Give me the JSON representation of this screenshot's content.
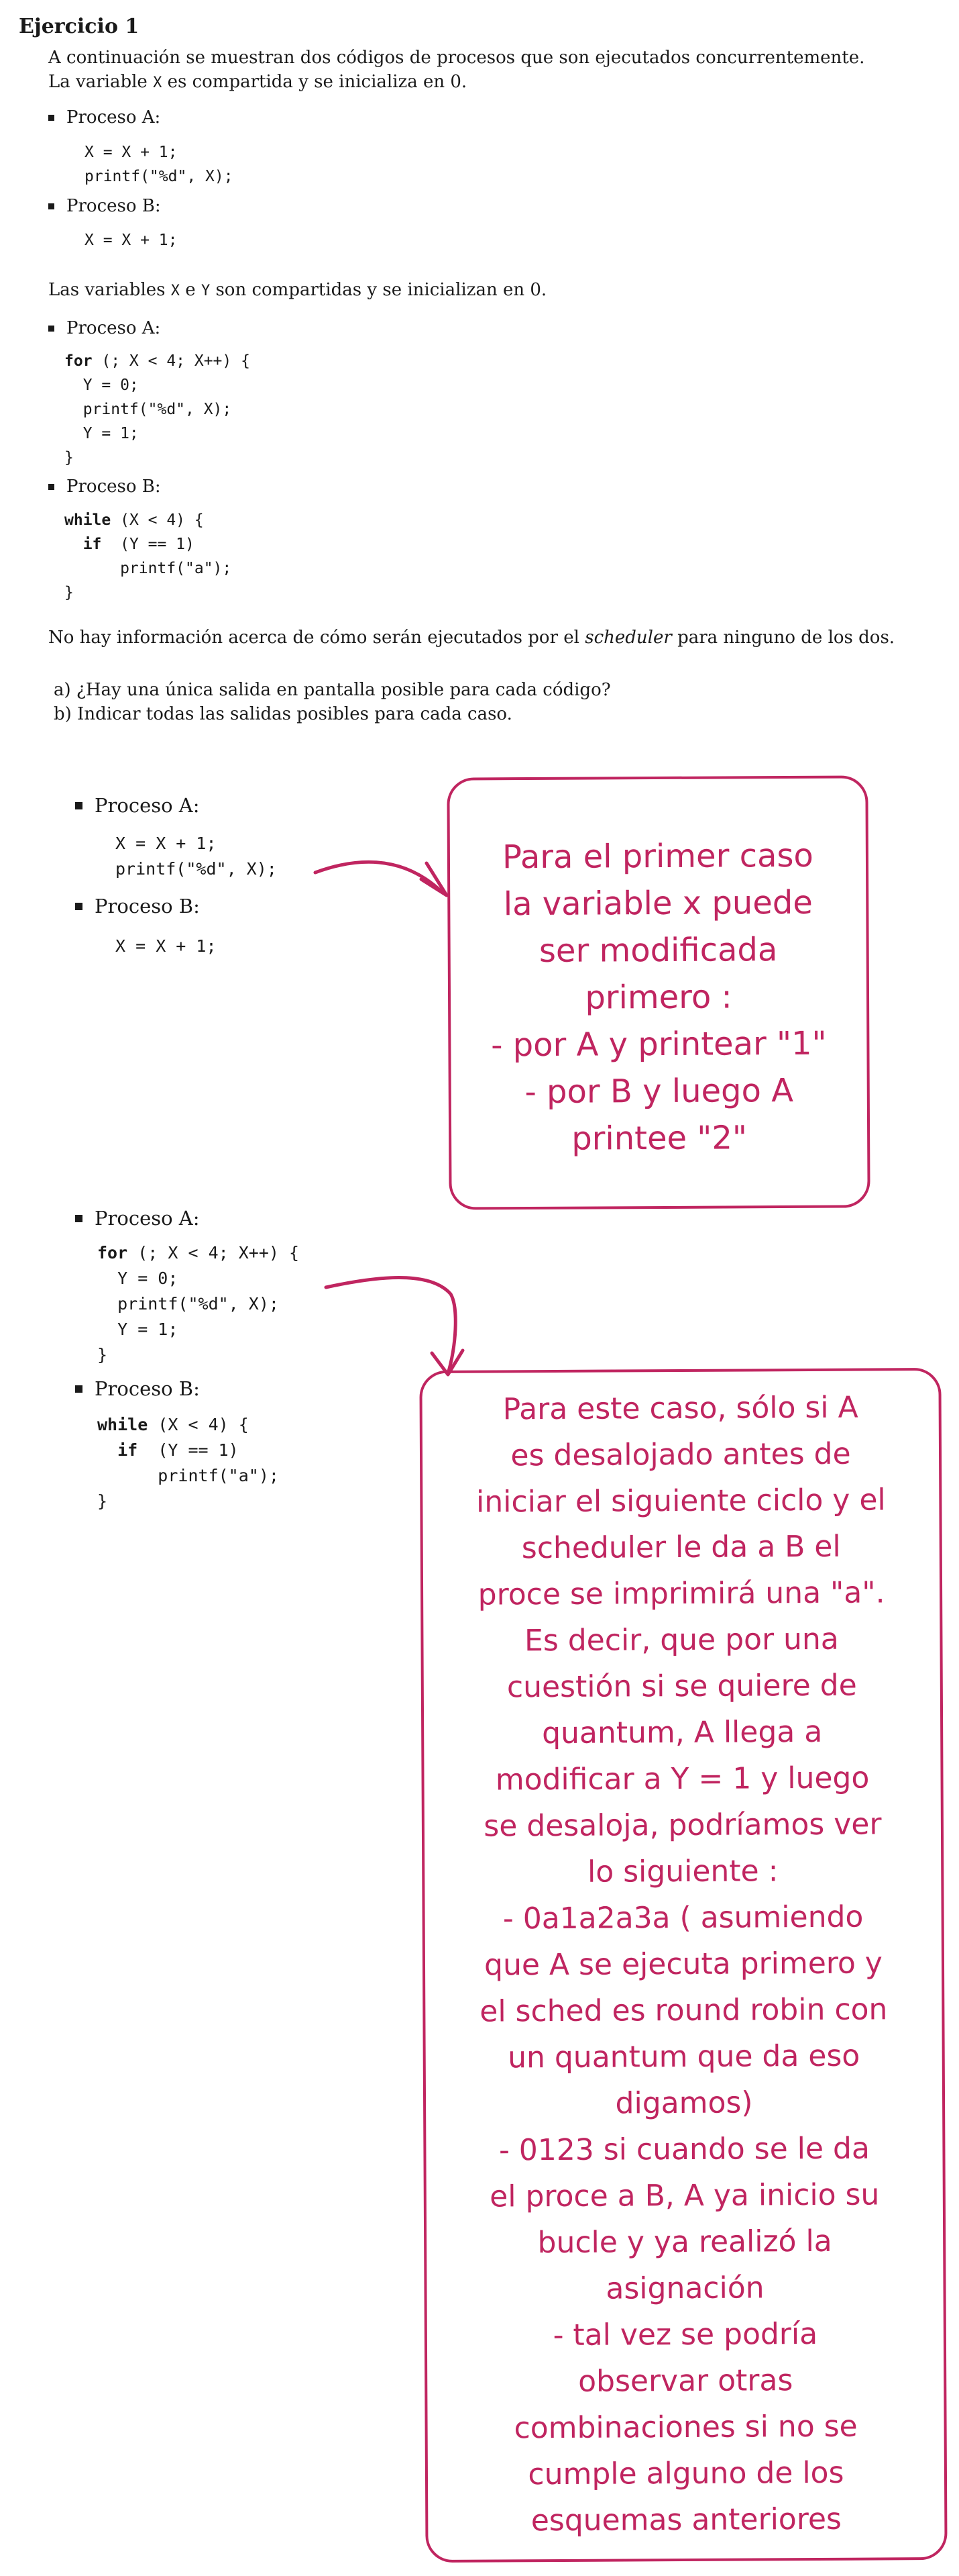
{
  "exercise": {
    "title": "Ejercicio 1",
    "intro1": "A continuación se muestran dos códigos de procesos que son ejecutados concurrentemente.",
    "intro2_a": "La variable ",
    "intro2_var": "X",
    "intro2_b": " es compartida y se inicializa en 0.",
    "case1": {
      "procA_label": "Proceso A:",
      "procA_code": "X = X + 1;\nprintf(\"%d\", X);",
      "procB_label": "Proceso B:",
      "procB_code": "X = X + 1;"
    },
    "vars2_a": "Las variables ",
    "vars2_x": "X",
    "vars2_e": " e ",
    "vars2_y": "Y",
    "vars2_b": " son compartidas y se inicializan en 0.",
    "case2": {
      "procA_label": "Proceso A:",
      "procA_kw": "for",
      "procA_code_rest": " (; X < 4; X++) {\n  Y = 0;\n  printf(\"%d\", X);\n  Y = 1;\n}",
      "procB_label": "Proceso B:",
      "procB_kw1": "while",
      "procB_line1_rest": " (X < 4) {",
      "procB_kw2": "if",
      "procB_line2_rest": "  (Y == 1)",
      "procB_line3": "      printf(\"a\");",
      "procB_line4": "}"
    },
    "scheduler_a": "No hay información acerca de cómo serán ejecutados por el ",
    "scheduler_em": "scheduler",
    "scheduler_b": " para ninguno de los dos.",
    "questions": [
      "a)  ¿Hay una única salida en pantalla posible para cada código?",
      "b)  Indicar todas las salidas posibles para cada caso."
    ]
  },
  "answer1": {
    "procA_label": "Proceso A:",
    "procA_code": "X = X + 1;\nprintf(\"%d\", X);",
    "procB_label": "Proceso B:",
    "procB_code": "X = X + 1;",
    "note_lines": [
      "Para el primer caso",
      "la variable x puede",
      "ser modificada",
      "primero :",
      "- por A y printear \"1\"",
      "- por B y luego A",
      "printee \"2\""
    ]
  },
  "answer2": {
    "procA_label": "Proceso A:",
    "procA_kw": "for",
    "procA_code_rest": " (; X < 4; X++) {\n  Y = 0;\n  printf(\"%d\", X);\n  Y = 1;\n}",
    "procB_label": "Proceso B:",
    "procB_kw1": "while",
    "procB_line1_rest": " (X < 4) {",
    "procB_kw2": "if",
    "procB_line2_rest": "  (Y == 1)",
    "procB_line3": "      printf(\"a\");",
    "procB_line4": "}",
    "note_lines": [
      "Para este caso, sólo si A",
      "es desalojado antes de",
      "iniciar el siguiente ciclo y el",
      "scheduler le da a B el",
      "proce se imprimirá una \"a\".",
      "Es decir, que por una",
      "cuestión si se quiere de",
      "quantum, A llega a",
      "modificar a Y = 1 y luego",
      "se desaloja, podríamos ver",
      "lo siguiente :",
      "- 0a1a2a3a ( asumiendo",
      "que A se ejecuta primero y",
      "el sched es round robin con",
      "un quantum que da eso",
      "digamos)",
      "- 0123 si cuando se le da",
      "el proce a B, A ya inicio su",
      "bucle y ya realizó la",
      "asignación",
      "- tal vez se podría",
      "observar otras",
      "combinaciones si no se",
      "cumple alguno de los",
      "esquemas anteriores"
    ]
  },
  "colors": {
    "ink": "#1a1a1a",
    "annotation": "#c02560"
  }
}
